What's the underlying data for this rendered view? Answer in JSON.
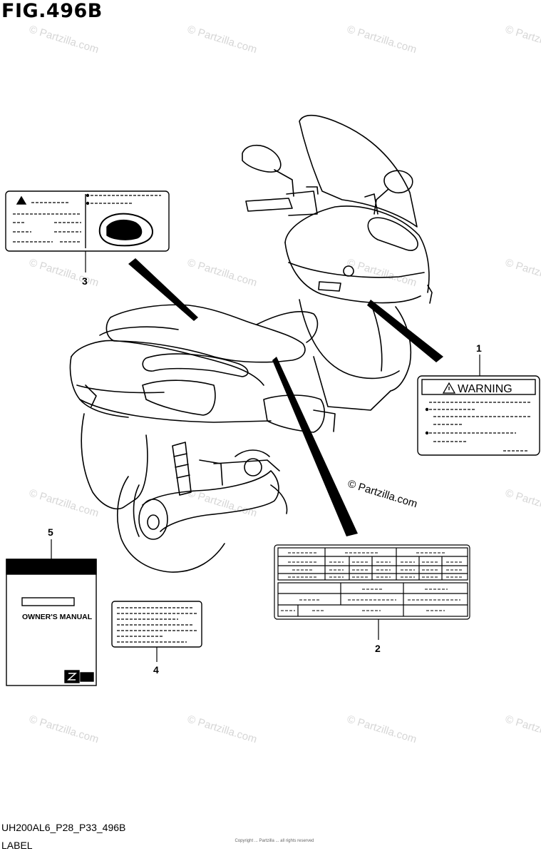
{
  "figure": {
    "title": "FIG.496B",
    "code": "UH200AL6_P28_P33_496B",
    "caption": "LABEL"
  },
  "watermark": {
    "text": "© Partzilla.com",
    "main_callout": "© Partzilla.com"
  },
  "labels": {
    "warning_text": "WARNING",
    "manual_title": "OWNER'S MANUAL"
  },
  "callouts": [
    "1",
    "2",
    "3",
    "4",
    "5"
  ],
  "footer_copyright": "Copyright ... Partzilla ... all rights reserved"
}
